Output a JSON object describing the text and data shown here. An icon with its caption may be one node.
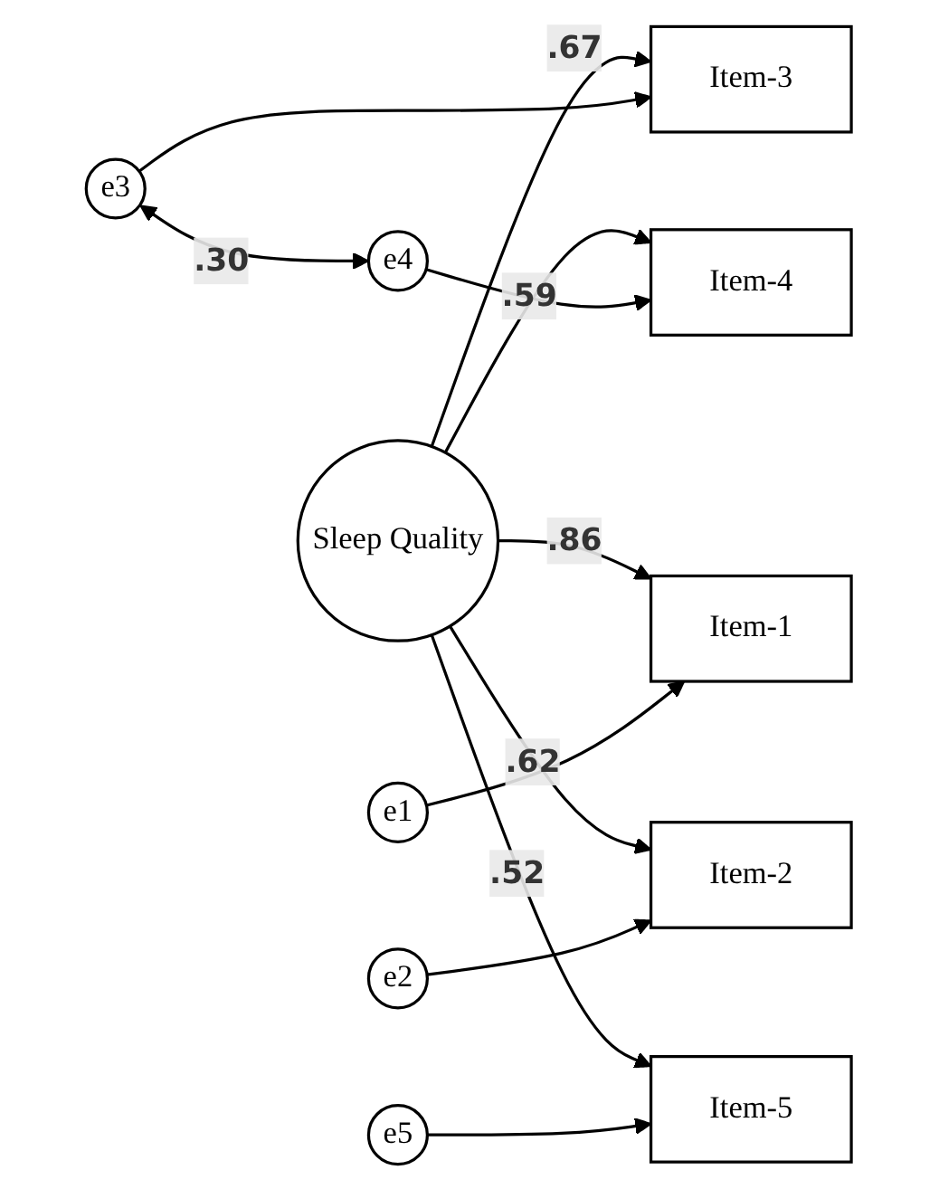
{
  "diagram": {
    "nodes": [
      {
        "text": [
          "Sleep Quality"
        ]
      },
      {
        "text": [
          "Item-1"
        ]
      },
      {
        "text": [
          "Item-2"
        ]
      },
      {
        "text": [
          "Item-3"
        ]
      },
      {
        "text": [
          "Item-4"
        ]
      },
      {
        "text": [
          "Item-5"
        ]
      },
      {
        "text": [
          "e1"
        ]
      },
      {
        "text": [
          "e2"
        ]
      },
      {
        "text": [
          "e3"
        ]
      },
      {
        "text": [
          "e4"
        ]
      },
      {
        "text": [
          "e5"
        ]
      }
    ],
    "edges": [
      {
        "from": 0,
        "to": 1,
        "arrow": "to",
        "label": ".86"
      },
      {
        "from": 0,
        "to": 2,
        "arrow": "to",
        "label": ".62"
      },
      {
        "from": 0,
        "to": 3,
        "arrow": "to",
        "label": ".67"
      },
      {
        "from": 0,
        "to": 4,
        "arrow": "to",
        "label": ".59"
      },
      {
        "from": 0,
        "to": 5,
        "arrow": "to",
        "label": ".52"
      },
      {
        "from": 6,
        "to": 1,
        "arrow": "to"
      },
      {
        "from": 7,
        "to": 2,
        "arrow": "to"
      },
      {
        "from": 8,
        "to": 3,
        "arrow": "to"
      },
      {
        "from": 9,
        "to": 4,
        "arrow": "to"
      },
      {
        "from": 10,
        "to": 5,
        "arrow": "to"
      },
      {
        "from": 8,
        "to": 9,
        "arrow": "both",
        "label": ".30"
      }
    ]
  }
}
